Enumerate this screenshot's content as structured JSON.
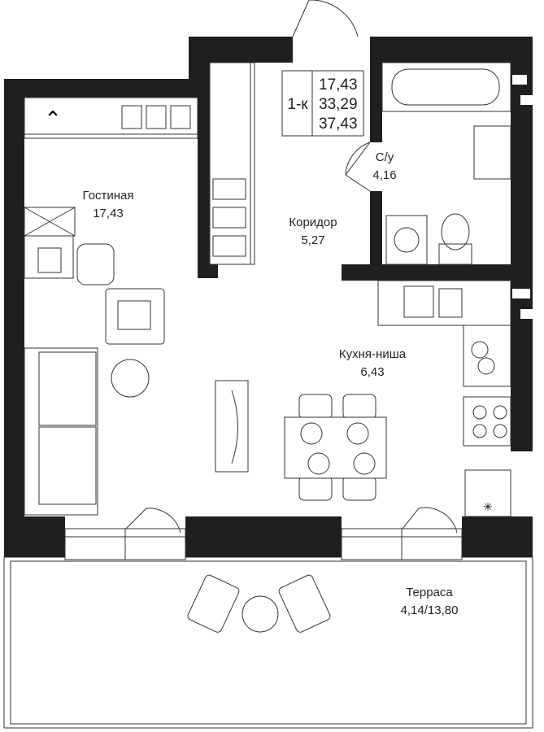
{
  "info": {
    "type": "1-к",
    "living_area": "17,43",
    "total_area": "33,29",
    "area_with_terrace": "37,43"
  },
  "rooms": [
    {
      "name": "Гостиная",
      "area": "17,43"
    },
    {
      "name": "Коридор",
      "area": "5,27"
    },
    {
      "name": "С/у",
      "area": "4,16"
    },
    {
      "name": "Кухня-ниша",
      "area": "6,43"
    },
    {
      "name": "Терраса",
      "area": "4,14/13,80"
    }
  ],
  "colors": {
    "wall": "#1f1f1f",
    "line": "#333333"
  }
}
